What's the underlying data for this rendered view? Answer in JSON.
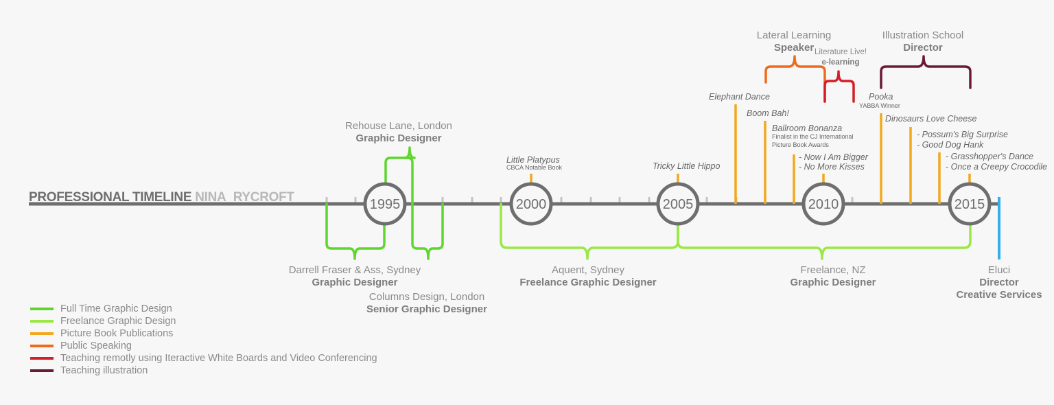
{
  "title": {
    "main": "PROFESSIONAL TIMELINE",
    "name": "NINA RYCROFT"
  },
  "colors": {
    "axis": "#6e6e6e",
    "tick": "#c4c4c4",
    "full_time": "#5ed62e",
    "freelance": "#9ae845",
    "publication": "#f2a81e",
    "speaking": "#ee6a1c",
    "teaching_remote": "#d41f2a",
    "teaching_illustration": "#6b1a35",
    "eluci": "#33aee8"
  },
  "years": [
    "1995",
    "2000",
    "2005",
    "2010",
    "2015"
  ],
  "roles": {
    "rehouse": {
      "place": "Rehouse Lane, London",
      "title": "Graphic Designer"
    },
    "darrell": {
      "place": "Darrell Fraser & Ass, Sydney",
      "title": "Graphic Designer"
    },
    "columns": {
      "place": "Columns Design, London",
      "title": "Senior Graphic Designer"
    },
    "aquent": {
      "place": "Aquent, Sydney",
      "title": "Freelance Graphic Designer"
    },
    "freelance_nz": {
      "place": "Freelance, NZ",
      "title": "Graphic Designer"
    },
    "eluci": {
      "place": "Eluci",
      "title": "Director",
      "title2": "Creative Services"
    },
    "lateral": {
      "place": "Lateral Learning",
      "title": "Speaker"
    },
    "literature": {
      "place": "Literature Live!",
      "title": "e-learning"
    },
    "illustration": {
      "place": "Illustration School",
      "title": "Director"
    }
  },
  "books": {
    "little_platypus": {
      "title": "Little Platypus",
      "note": "CBCA Notable Book"
    },
    "tricky_hippo": {
      "title": "Tricky Little Hippo"
    },
    "elephant_dance": {
      "title": "Elephant Dance"
    },
    "boom_bah": {
      "title": "Boom Bah!"
    },
    "ballroom": {
      "title": "Ballroom Bonanza",
      "note1": "Finalist in the CJ International",
      "note2": "Picture Book Awards"
    },
    "bigger": {
      "line1": "- Now I Am Bigger",
      "line2": "- No More Kisses"
    },
    "pooka": {
      "title": "Pooka",
      "note": "YABBA Winner"
    },
    "dinosaurs": {
      "title": "Dinosaurs Love Cheese"
    },
    "possum": {
      "line1": "- Possum's Big Surprise",
      "line2": "- Good Dog Hank"
    },
    "grasshopper": {
      "line1": "- Grasshopper's Dance",
      "line2": "- Once a Creepy Crocodile"
    }
  },
  "legend": [
    {
      "label": "Full Time Graphic Design",
      "color": "#5ed62e"
    },
    {
      "label": "Freelance Graphic Design",
      "color": "#9ae845"
    },
    {
      "label": "Picture Book Publications",
      "color": "#f2a81e"
    },
    {
      "label": "Public Speaking",
      "color": "#ee6a1c"
    },
    {
      "label": "Teaching remotly using Iteractive White Boards and Video Conferencing",
      "color": "#d41f2a"
    },
    {
      "label": "Teaching illustration",
      "color": "#6b1a35"
    }
  ]
}
